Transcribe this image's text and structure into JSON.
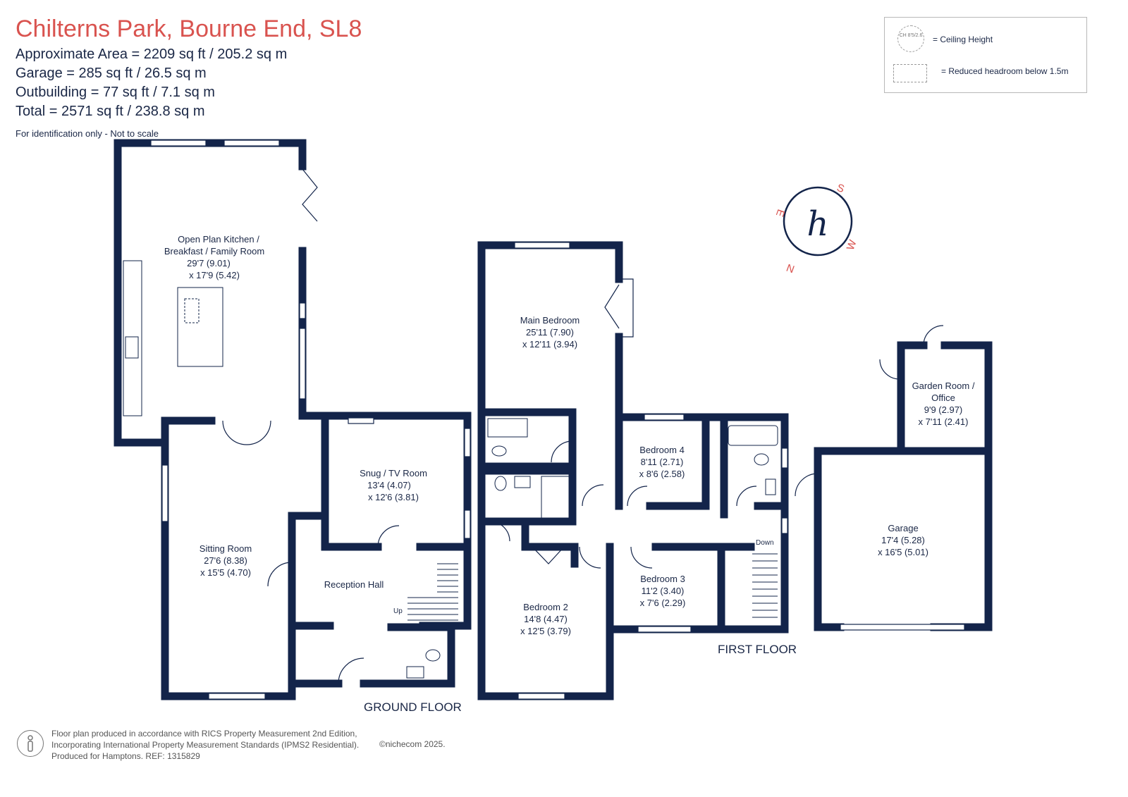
{
  "header": {
    "title": "Chilterns Park, Bourne End, SL8",
    "approx_area": "Approximate Area = 2209 sq ft / 205.2 sq m",
    "garage": "Garage = 285 sq ft / 26.5 sq m",
    "outbuilding": "Outbuilding = 77 sq ft / 7.1 sq m",
    "total": "Total = 2571 sq ft / 238.8 sq m",
    "note": "For identification only - Not to scale"
  },
  "legend": {
    "ch_symbol": "CH 8'5/2.6",
    "ceiling_height": "= Ceiling Height",
    "reduced_headroom": "= Reduced headroom below 1.5m"
  },
  "compass": {
    "n": "N",
    "e": "E",
    "s": "S",
    "w": "W",
    "logo": "h"
  },
  "rooms": {
    "kitchen": {
      "name1": "Open Plan Kitchen /",
      "name2": "Breakfast / Family Room",
      "dim1": "29'7 (9.01)",
      "dim2": "x 17'9 (5.42)"
    },
    "sitting": {
      "name1": "Sitting Room",
      "dim1": "27'6 (8.38)",
      "dim2": "x 15'5 (4.70)"
    },
    "snug": {
      "name1": "Snug / TV Room",
      "dim1": "13'4 (4.07)",
      "dim2": "x 12'6 (3.81)"
    },
    "reception": {
      "name1": "Reception Hall"
    },
    "main_bedroom": {
      "name1": "Main Bedroom",
      "dim1": "25'11 (7.90)",
      "dim2": "x 12'11 (3.94)"
    },
    "bedroom2": {
      "name1": "Bedroom 2",
      "dim1": "14'8 (4.47)",
      "dim2": "x 12'5 (3.79)"
    },
    "bedroom3": {
      "name1": "Bedroom 3",
      "dim1": "11'2 (3.40)",
      "dim2": "x 7'6 (2.29)"
    },
    "bedroom4": {
      "name1": "Bedroom 4",
      "dim1": "8'11 (2.71)",
      "dim2": "x 8'6 (2.58)"
    },
    "garden_room": {
      "name1": "Garden Room /",
      "name2": "Office",
      "dim1": "9'9 (2.97)",
      "dim2": "x 7'11 (2.41)"
    },
    "garage": {
      "name1": "Garage",
      "dim1": "17'4 (5.28)",
      "dim2": "x 16'5 (5.01)"
    }
  },
  "labels": {
    "up": "Up",
    "down": "Down",
    "ground_floor": "GROUND FLOOR",
    "first_floor": "FIRST FLOOR"
  },
  "footer": {
    "line1": "Floor plan produced in accordance with RICS Property Measurement 2nd Edition,",
    "line2": "Incorporating International Property Measurement Standards (IPMS2 Residential).",
    "line3": "Produced for Hamptons.   REF:  1315829",
    "copyright": "©nichecom 2025."
  },
  "colors": {
    "wall": "#13244a",
    "title": "#d9534f",
    "compass": "#d9534f"
  }
}
